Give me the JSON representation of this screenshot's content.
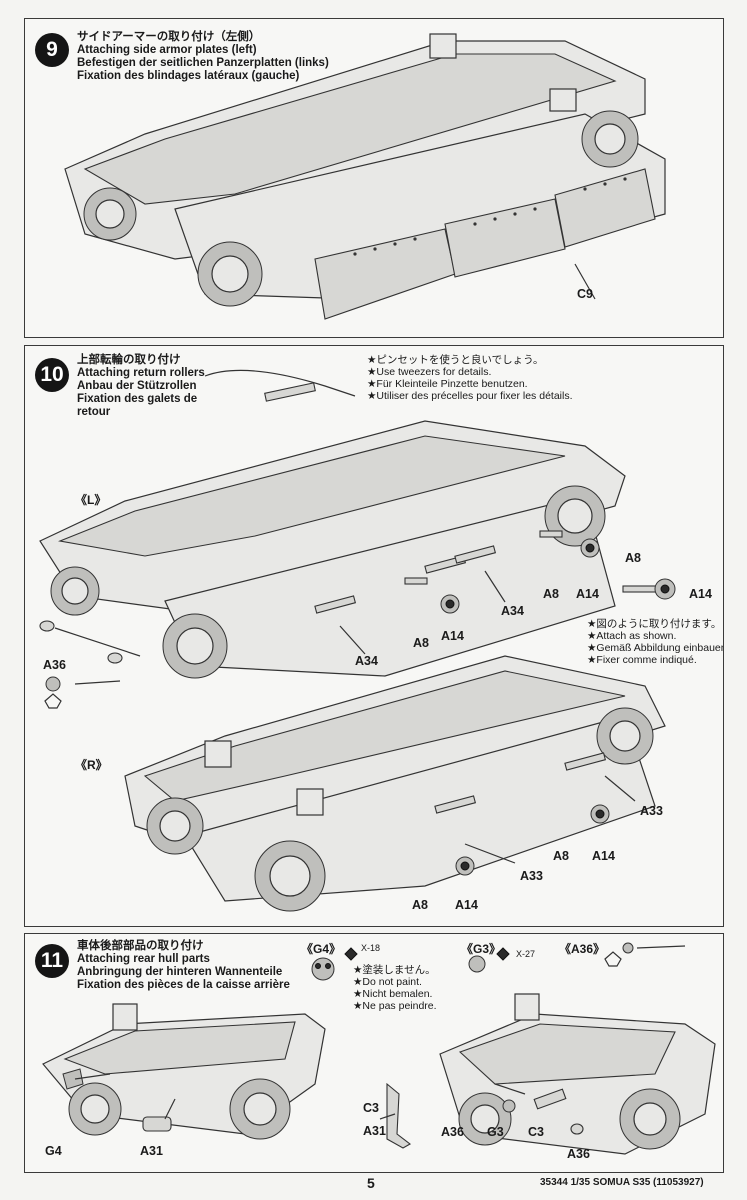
{
  "step9": {
    "number": "9",
    "title_jp": "サイドアーマーの取り付け（左側）",
    "title_en": "Attaching side armor plates (left)",
    "title_de": "Befestigen der seitlichen Panzerplatten (links)",
    "title_fr": "Fixation des blindages latéraux (gauche)",
    "part_label": "C9"
  },
  "step10": {
    "number": "10",
    "title_jp": "上部転輪の取り付け",
    "title_en": "Attaching return rollers",
    "title_de": "Anbau der Stützrollen",
    "title_fr_1": "Fixation des galets de",
    "title_fr_2": "retour",
    "tweezers_jp": "★ピンセットを使うと良いでしょう。",
    "tweezers_en": "★Use tweezers for details.",
    "tweezers_de": "★Für Kleinteile Pinzette benutzen.",
    "tweezers_fr": "★Utiliser des précelles pour fixer les détails.",
    "view_left": "《L》",
    "view_right": "《R》",
    "label_a8": "A8",
    "label_a14": "A14",
    "label_a34": "A34",
    "label_a33": "A33",
    "label_a36": "A36",
    "attach_jp": "★図のように取り付けます。",
    "attach_en": "★Attach as shown.",
    "attach_de": "★Gemäß Abbildung einbauen.",
    "attach_fr": "★Fixer comme indiqué."
  },
  "step11": {
    "number": "11",
    "title_jp": "車体後部部品の取り付け",
    "title_en": "Attaching rear hull parts",
    "title_de": "Anbringung der hinteren Wannenteile",
    "title_fr": "Fixation des pièces de la caisse arrière",
    "g4_tag": "《G4》",
    "g3_tag": "《G3》",
    "a36_tag": "《A36》",
    "paint_x18": "X-18",
    "paint_x27": "X-27",
    "nopaint_jp": "★塗装しません。",
    "nopaint_en": "★Do not paint.",
    "nopaint_de": "★Nicht bemalen.",
    "nopaint_fr": "★Ne pas peindre.",
    "label_g4": "G4",
    "label_a31": "A31",
    "label_c3": "C3",
    "label_a36": "A36",
    "label_g3": "G3"
  },
  "footer": {
    "page": "5",
    "code": "35344 1/35 SOMUA S35 (11053927)"
  }
}
